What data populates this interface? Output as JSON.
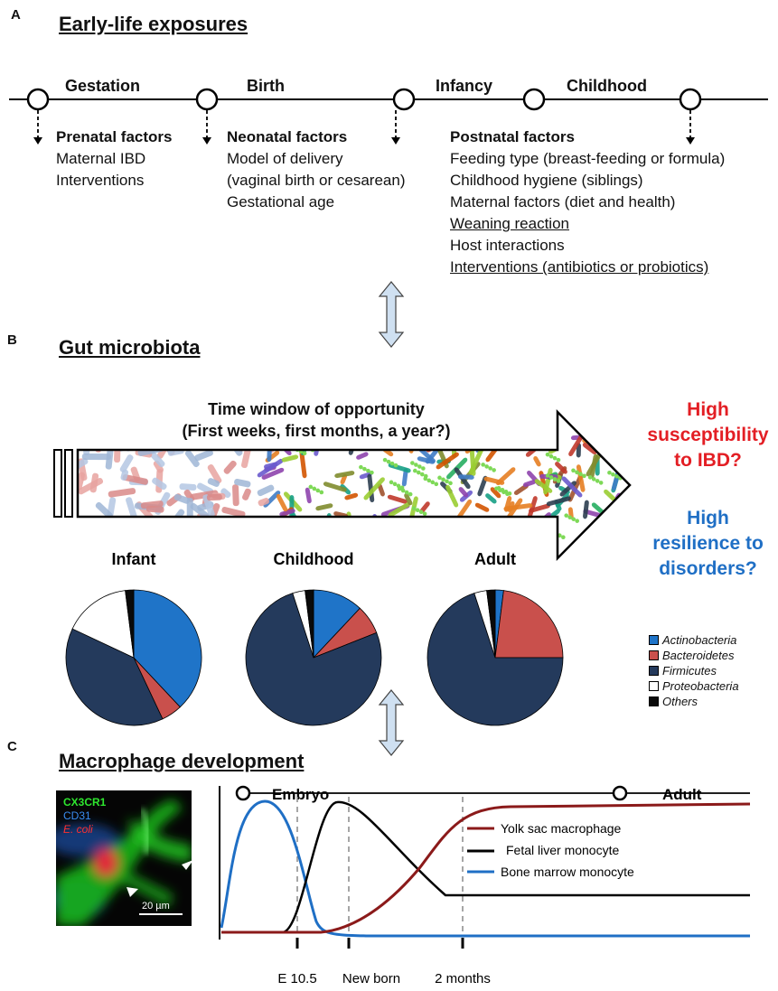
{
  "panel_a": {
    "letter": "A",
    "title": "Early-life exposures",
    "stages": [
      "Gestation",
      "Birth",
      "Infancy",
      "Childhood"
    ],
    "prenatal": {
      "heading": "Prenatal factors",
      "items": [
        "Maternal IBD",
        "Interventions"
      ]
    },
    "neonatal": {
      "heading": "Neonatal factors",
      "items": [
        "Model of delivery",
        "(vaginal birth or cesarean)",
        "Gestational age"
      ]
    },
    "postnatal": {
      "heading": "Postnatal factors",
      "items": [
        "Feeding type (breast-feeding or formula)",
        "Childhood hygiene (siblings)",
        "Maternal factors (diet and health)",
        "Weaning reaction",
        "Host interactions",
        "Interventions (antibiotics or probiotics)"
      ]
    }
  },
  "panel_b": {
    "letter": "B",
    "title": "Gut microbiota",
    "window_line1": "Time window of opportunity",
    "window_line2": "(First weeks, first months, a year?)",
    "high_susceptibility": [
      "High",
      "susceptibility",
      "to IBD?"
    ],
    "high_resilience": [
      "High",
      "resilience to",
      "disorders?"
    ],
    "colors": {
      "red": "#e31e24",
      "blue": "#1f6fc5"
    }
  },
  "chart_data": {
    "type": "pie",
    "legend_placement": "right",
    "legend": [
      "Actinobacteria",
      "Bacteroidetes",
      "Firmicutes",
      "Proteobacteria",
      "Others"
    ],
    "colors": [
      "#1f74c8",
      "#c9504c",
      "#243a5c",
      "#ffffff",
      "#0a0a0a"
    ],
    "pies": [
      {
        "name": "Infant",
        "values": [
          38,
          5,
          39,
          16,
          2
        ]
      },
      {
        "name": "Childhood",
        "values": [
          12,
          7,
          76,
          3,
          2
        ]
      },
      {
        "name": "Adult",
        "values": [
          2,
          23,
          70,
          3,
          2
        ]
      }
    ]
  },
  "panel_c": {
    "letter": "C",
    "title": "Macrophage development",
    "micro_labels": [
      "CX3CR1",
      "CD31",
      "E. coli"
    ],
    "micro_colors": [
      "#2ee62e",
      "#3a8cf0",
      "#ff3030"
    ],
    "scale_bar": "20 µm",
    "timeline_labels": [
      "Embryo",
      "Adult"
    ],
    "x_ticks": [
      "E 10.5",
      "New born",
      "2 months"
    ],
    "series": [
      {
        "name": "Yolk sac macrophage",
        "color": "#8b1a1a"
      },
      {
        "name": "Fetal liver monocyte",
        "color": "#000000"
      },
      {
        "name": "Bone marrow monocyte",
        "color": "#1f6fc5"
      }
    ]
  }
}
